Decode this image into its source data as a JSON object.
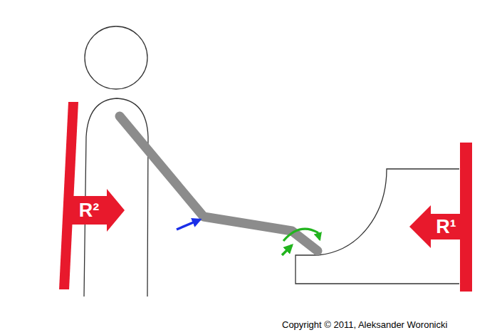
{
  "diagram": {
    "nodes": [
      {
        "text": [
          "R²"
        ]
      },
      {
        "text": [
          "R¹"
        ]
      }
    ],
    "labels": [
      "Copyright © 2011, Aleksander Woronicki"
    ]
  }
}
